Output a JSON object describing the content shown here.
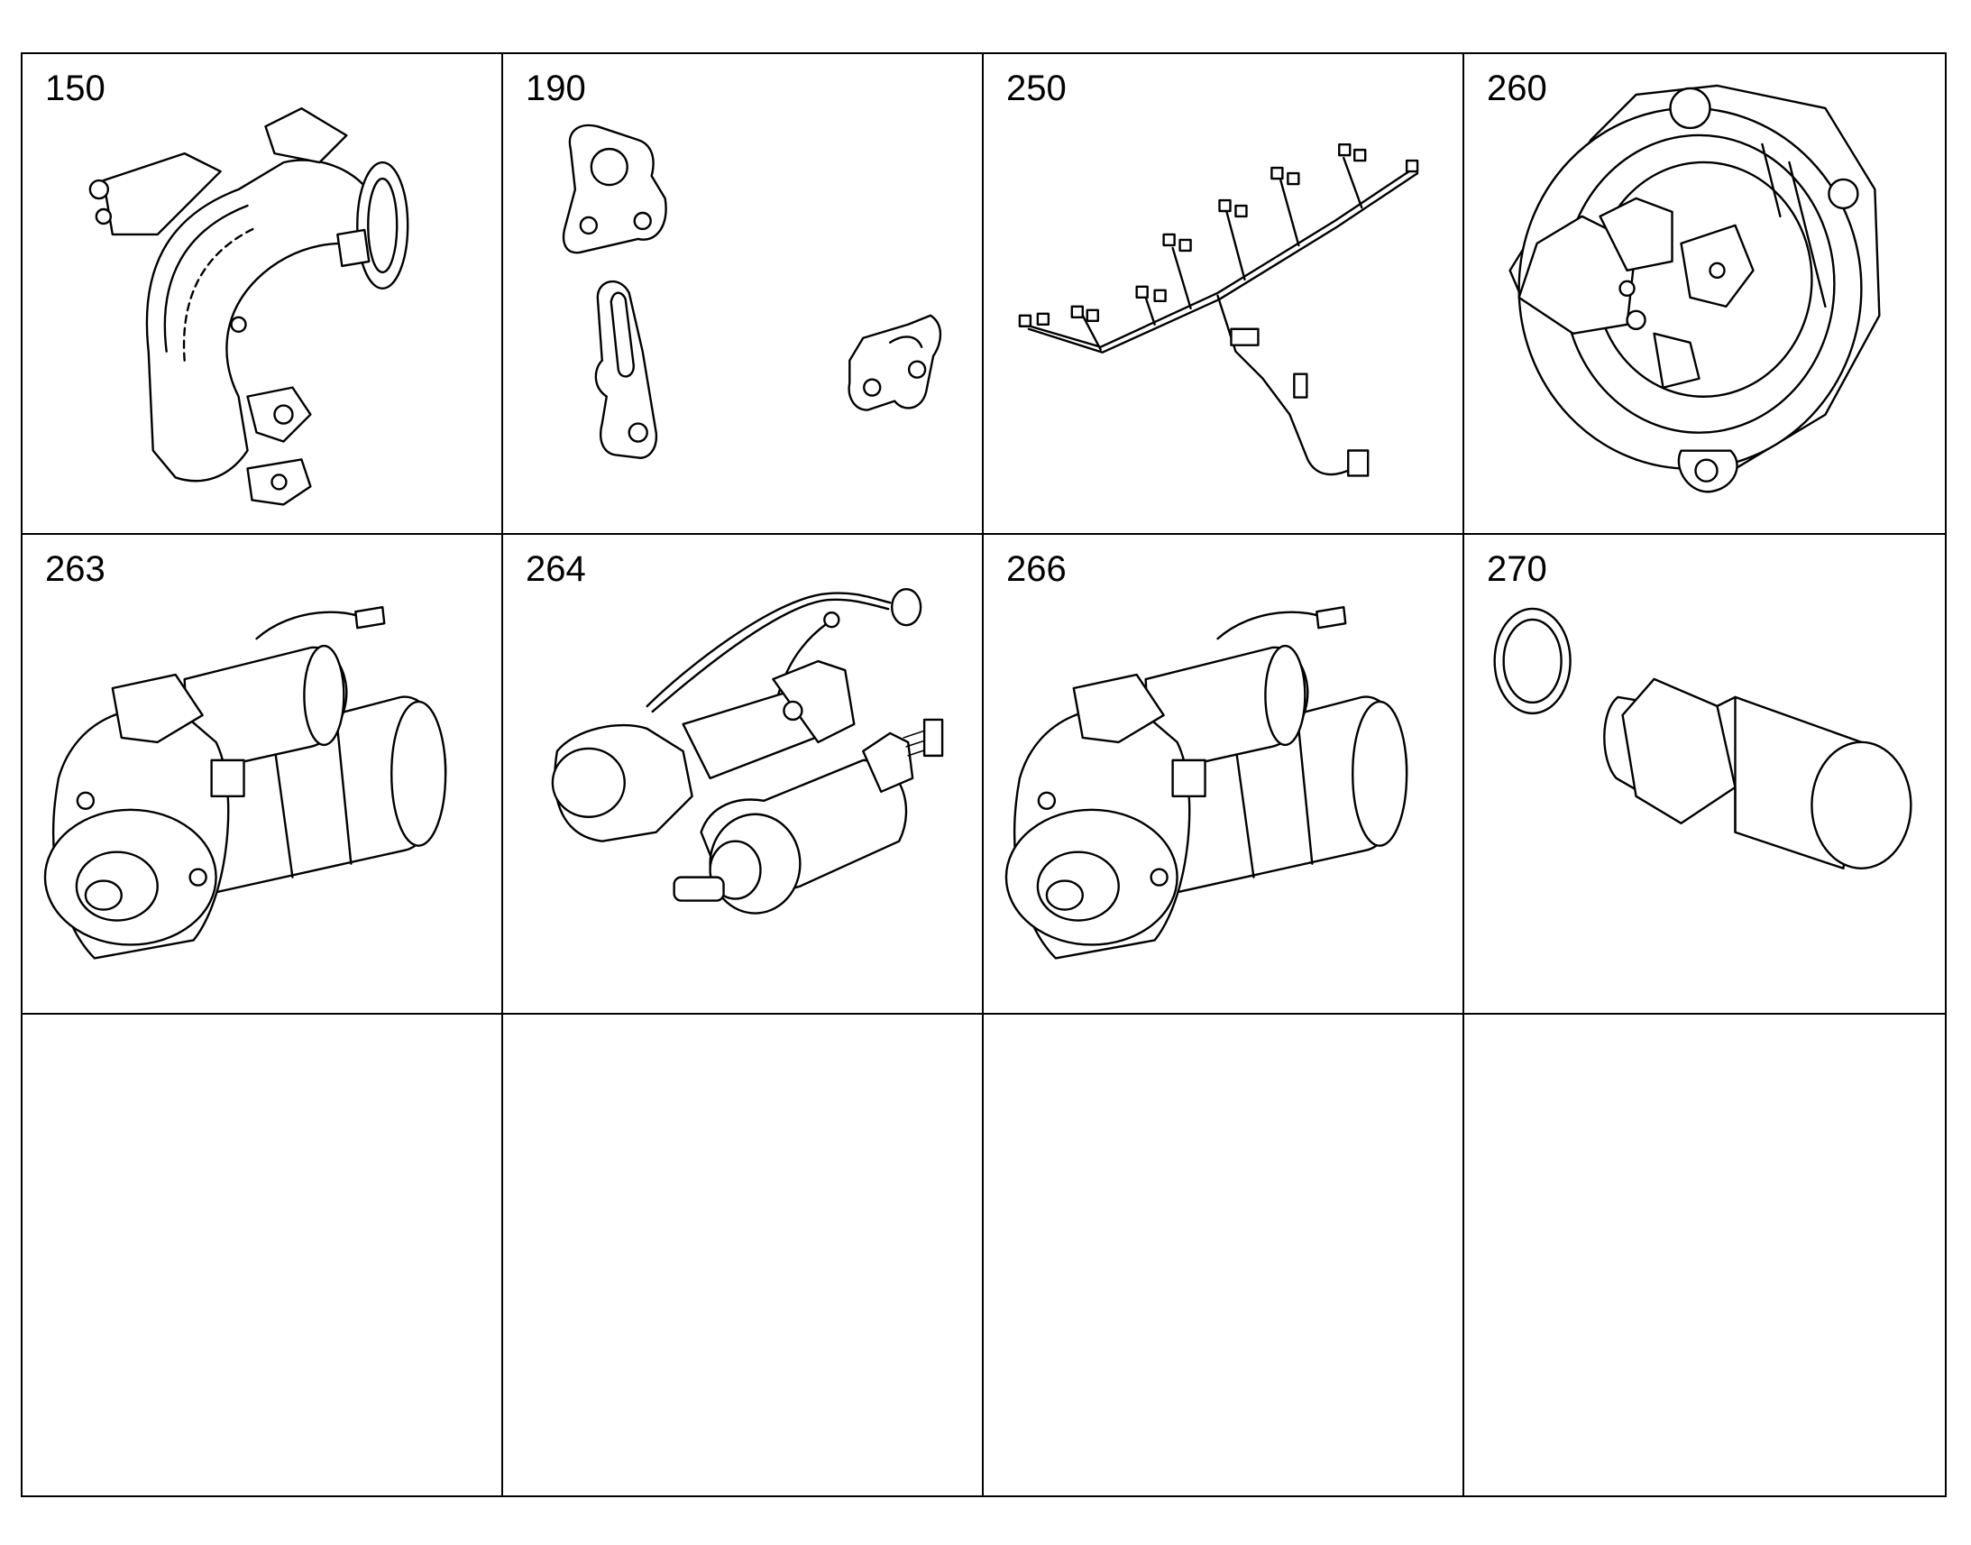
{
  "cells": [
    {
      "number": "150",
      "part_icon": "exhaust-elbow-icon"
    },
    {
      "number": "190",
      "part_icon": "mounting-brackets-icon"
    },
    {
      "number": "250",
      "part_icon": "wiring-harness-icon"
    },
    {
      "number": "260",
      "part_icon": "alternator-icon"
    },
    {
      "number": "263",
      "part_icon": "starter-motor-icon"
    },
    {
      "number": "264",
      "part_icon": "solenoid-and-cable-icon"
    },
    {
      "number": "266",
      "part_icon": "starter-motor-icon"
    },
    {
      "number": "270",
      "part_icon": "sensor-and-seal-ring-icon"
    },
    {
      "number": "",
      "part_icon": ""
    },
    {
      "number": "",
      "part_icon": ""
    },
    {
      "number": "",
      "part_icon": ""
    },
    {
      "number": "",
      "part_icon": ""
    }
  ]
}
